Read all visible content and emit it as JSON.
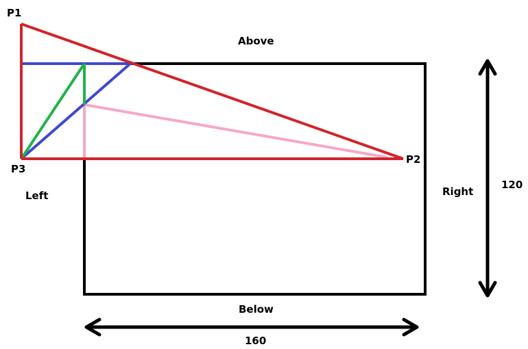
{
  "points": {
    "p1": "P1",
    "p2": "P2",
    "p3": "P3"
  },
  "regions": {
    "above": "Above",
    "below": "Below",
    "left": "Left",
    "right": "Right"
  },
  "dimensions": {
    "width": "160",
    "height": "120"
  },
  "colors": {
    "triangle": "#d2232a",
    "blue": "#3f48cc",
    "green": "#22b14c",
    "pink": "#f5a8c8",
    "rectangle": "#000000",
    "arrow": "#000000"
  }
}
